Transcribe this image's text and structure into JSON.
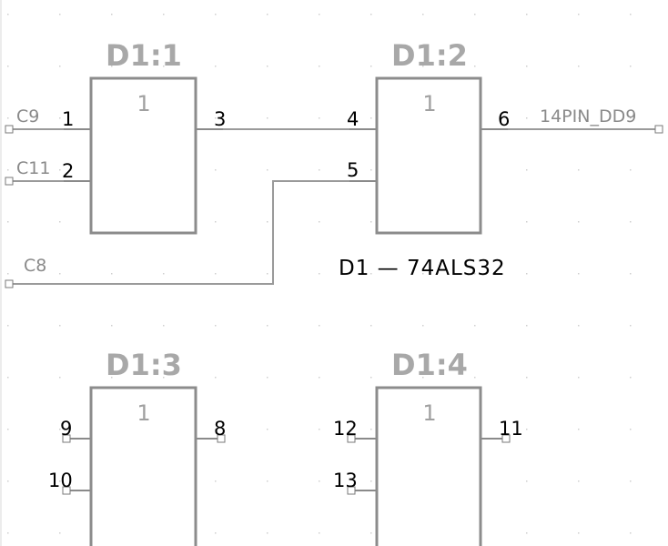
{
  "gates": [
    {
      "ref": "D1:1",
      "symbol": "1",
      "pins": [
        "1",
        "2",
        "3"
      ]
    },
    {
      "ref": "D1:2",
      "symbol": "1",
      "pins": [
        "4",
        "5",
        "6"
      ]
    },
    {
      "ref": "D1:3",
      "symbol": "1",
      "pins": [
        "9",
        "10",
        "8"
      ]
    },
    {
      "ref": "D1:4",
      "symbol": "1",
      "pins": [
        "12",
        "13",
        "11"
      ]
    }
  ],
  "nets": {
    "c9": "C9",
    "c11": "C11",
    "c8": "C8",
    "out": "14PIN_DD9"
  },
  "part_label": "D1 — 74ALS32"
}
